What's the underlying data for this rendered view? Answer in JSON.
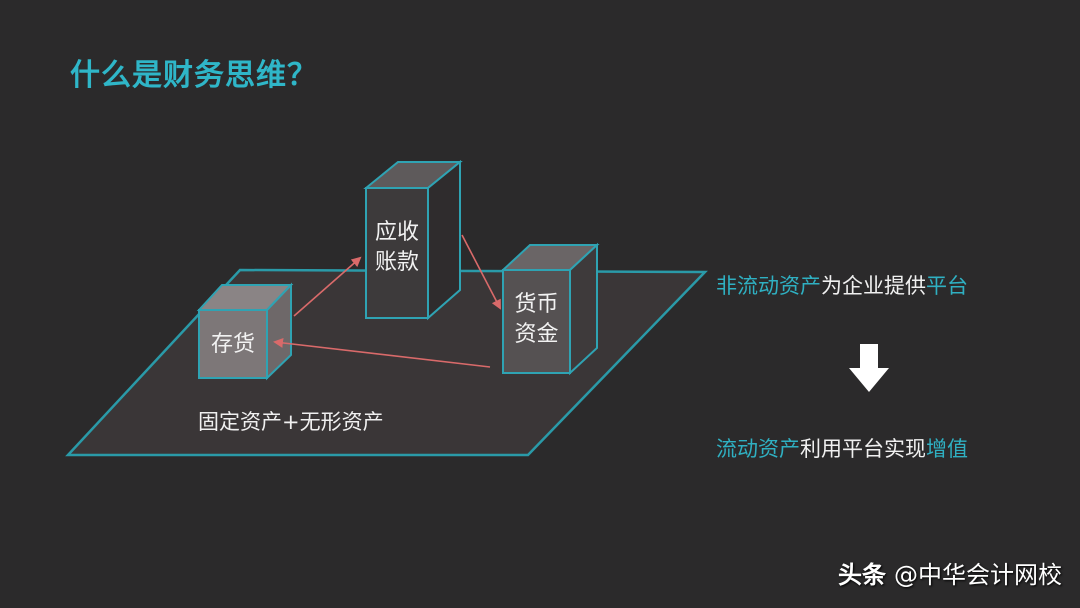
{
  "title": "什么是财务思维？",
  "colors": {
    "background": "#2b2a2b",
    "accent": "#2fb6c8",
    "arrow": "#d96a6a",
    "text": "#f0f0f0"
  },
  "diagram": {
    "platform_label": "固定资产+无形资产",
    "boxes": [
      {
        "id": "inventory",
        "lines": [
          "存货"
        ]
      },
      {
        "id": "receivables",
        "lines": [
          "应收",
          "账款"
        ]
      },
      {
        "id": "cash",
        "lines": [
          "货币",
          "资金"
        ]
      }
    ],
    "flow": [
      "存货 → 应收账款",
      "应收账款 → 货币资金",
      "货币资金 → 存货"
    ]
  },
  "right_panel": {
    "line1": {
      "hl1": "非流动资产",
      "normal": "为企业提供",
      "hl2": "平台"
    },
    "arrow_icon": "down-arrow-icon",
    "line2": {
      "hl1": "流动资产",
      "normal": "利用平台实现",
      "hl2": "增值"
    }
  },
  "watermark": {
    "brand": "头条",
    "account": "@中华会计网校"
  }
}
